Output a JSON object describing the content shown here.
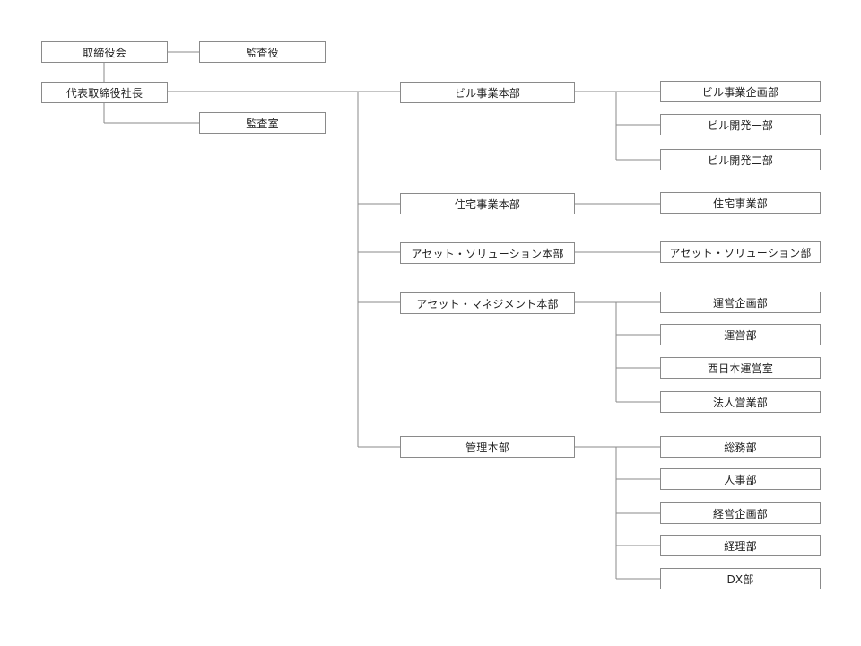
{
  "nodes": {
    "board": "取締役会",
    "auditor": "監査役",
    "president": "代表取締役社長",
    "audit_office": "監査室",
    "div_building": "ビル事業本部",
    "dept_building_planning": "ビル事業企画部",
    "dept_building_dev1": "ビル開発一部",
    "dept_building_dev2": "ビル開発二部",
    "div_residential": "住宅事業本部",
    "dept_residential": "住宅事業部",
    "div_asset_solution": "アセット・ソリューション本部",
    "dept_asset_solution": "アセット・ソリューション部",
    "div_asset_management": "アセット・マネジメント本部",
    "dept_ops_planning": "運営企画部",
    "dept_operations": "運営部",
    "dept_west_japan": "西日本運営室",
    "dept_corporate_sales": "法人営業部",
    "div_admin": "管理本部",
    "dept_general_affairs": "総務部",
    "dept_hr": "人事部",
    "dept_mgmt_planning": "経営企画部",
    "dept_accounting": "経理部",
    "dept_dx": "DX部"
  },
  "colors": {
    "line": "#8a8a8a",
    "text": "#222222",
    "background": "#ffffff"
  }
}
